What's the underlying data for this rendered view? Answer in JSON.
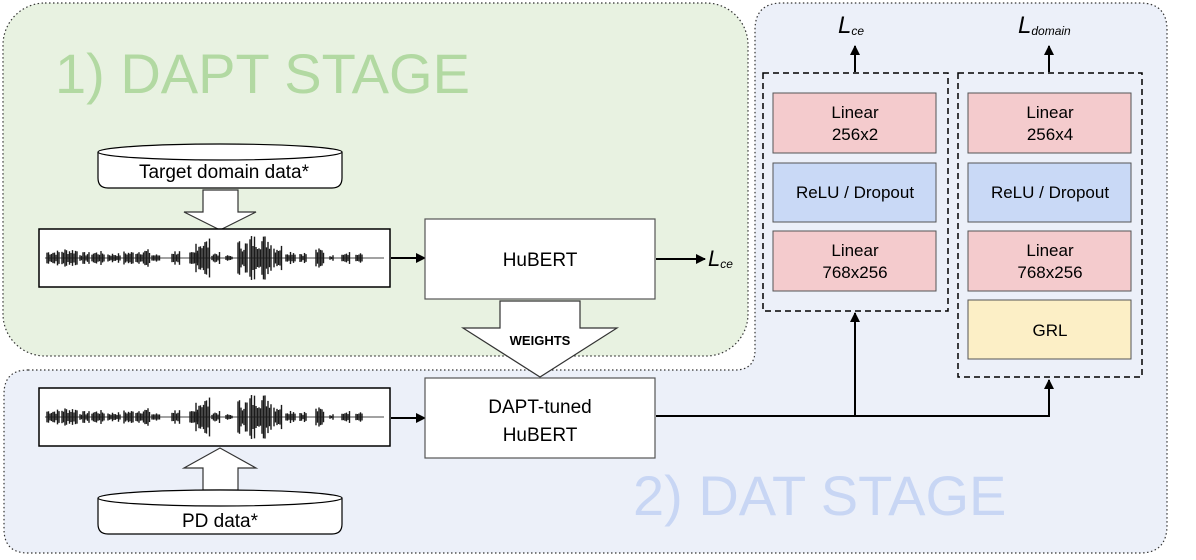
{
  "stages": {
    "dapt_title": "1) DAPT STAGE",
    "dat_title": "2) DAT STAGE"
  },
  "datasets": {
    "target": "Target domain data*",
    "pd": "PD data*"
  },
  "models": {
    "hubert": "HuBERT",
    "dapt_tuned_line1": "DAPT-tuned",
    "dapt_tuned_line2": "HuBERT",
    "weights": "WEIGHTS"
  },
  "losses": {
    "symbol": "L",
    "ce_sub": "ce",
    "domain_sub": "domain"
  },
  "classifier_head": {
    "linear_top_line1": "Linear",
    "linear_top_line2": "256x2",
    "relu": "ReLU / Dropout",
    "linear_bottom_line1": "Linear",
    "linear_bottom_line2": "768x256"
  },
  "domain_head": {
    "linear_top_line1": "Linear",
    "linear_top_line2": "256x4",
    "relu": "ReLU / Dropout",
    "linear_bottom_line1": "Linear",
    "linear_bottom_line2": "768x256",
    "grl": "GRL"
  },
  "colors": {
    "dapt_bg": "#e8f2e1",
    "dat_bg": "#ecf0f9",
    "dapt_title": "#b2d9a2",
    "dat_title": "#c8d6f4",
    "linear": "#f4cbcd",
    "relu": "#c9d9f6",
    "grl": "#fcefc6"
  }
}
